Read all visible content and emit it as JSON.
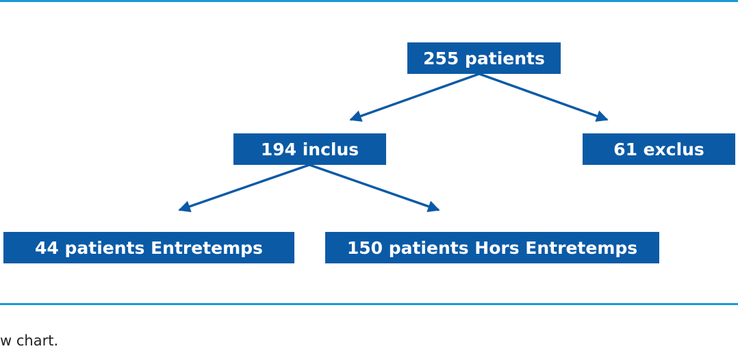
{
  "diagram": {
    "nodes": {
      "root": "255 patients",
      "included": "194 inclus",
      "excluded": "61 exclus",
      "entretemps": "44 patients Entretemps",
      "hors_entretemps": "150 patients Hors Entretemps"
    },
    "edges": [
      {
        "from": "root",
        "to": "included"
      },
      {
        "from": "root",
        "to": "excluded"
      },
      {
        "from": "included",
        "to": "entretemps"
      },
      {
        "from": "included",
        "to": "hors_entretemps"
      }
    ],
    "colors": {
      "box": "#0b5aa6",
      "arrow": "#0b5aa6",
      "rule": "#1a9ad6",
      "text": "#ffffff"
    }
  },
  "caption": "w chart."
}
